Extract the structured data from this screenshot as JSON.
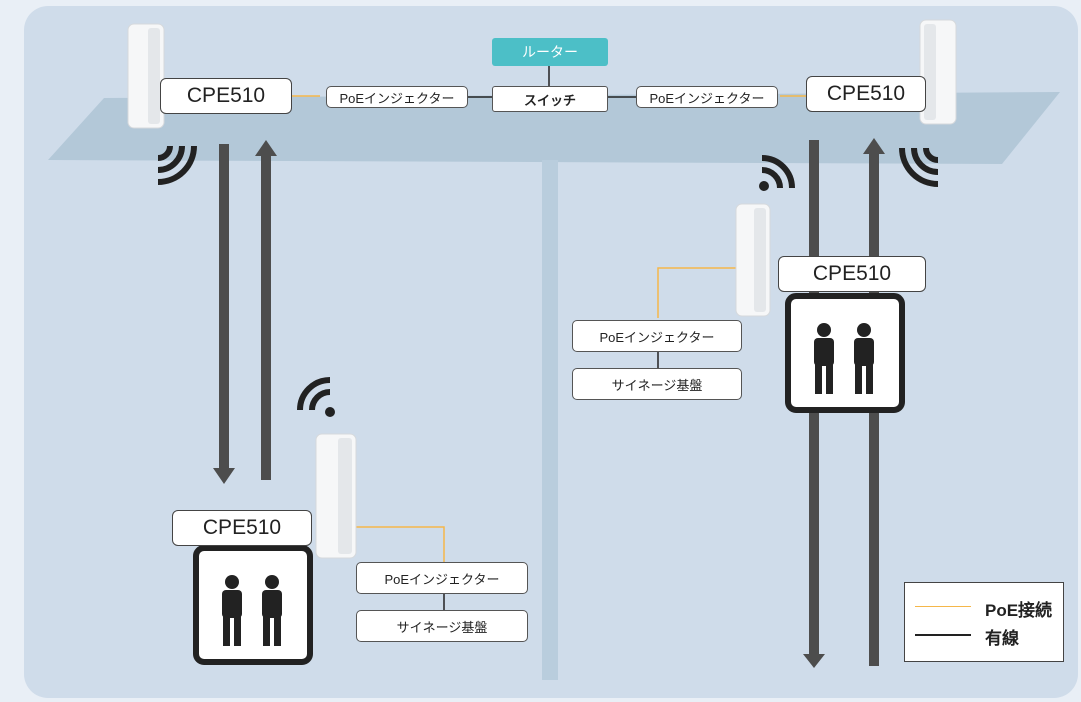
{
  "router": {
    "label": "ルーター"
  },
  "switch": {
    "label": "スイッチ"
  },
  "cpe_label": "CPE510",
  "injector_label": "PoEインジェクター",
  "signage_label": "サイネージ基盤",
  "legend": {
    "poe": "PoE接続",
    "wired": "有線"
  },
  "colors": {
    "poe_line": "#f5b74a",
    "wired_line": "#222222",
    "router_fill": "#4cbfc7",
    "arrow": "#4d4d4d",
    "panel": "#cfdcea"
  }
}
